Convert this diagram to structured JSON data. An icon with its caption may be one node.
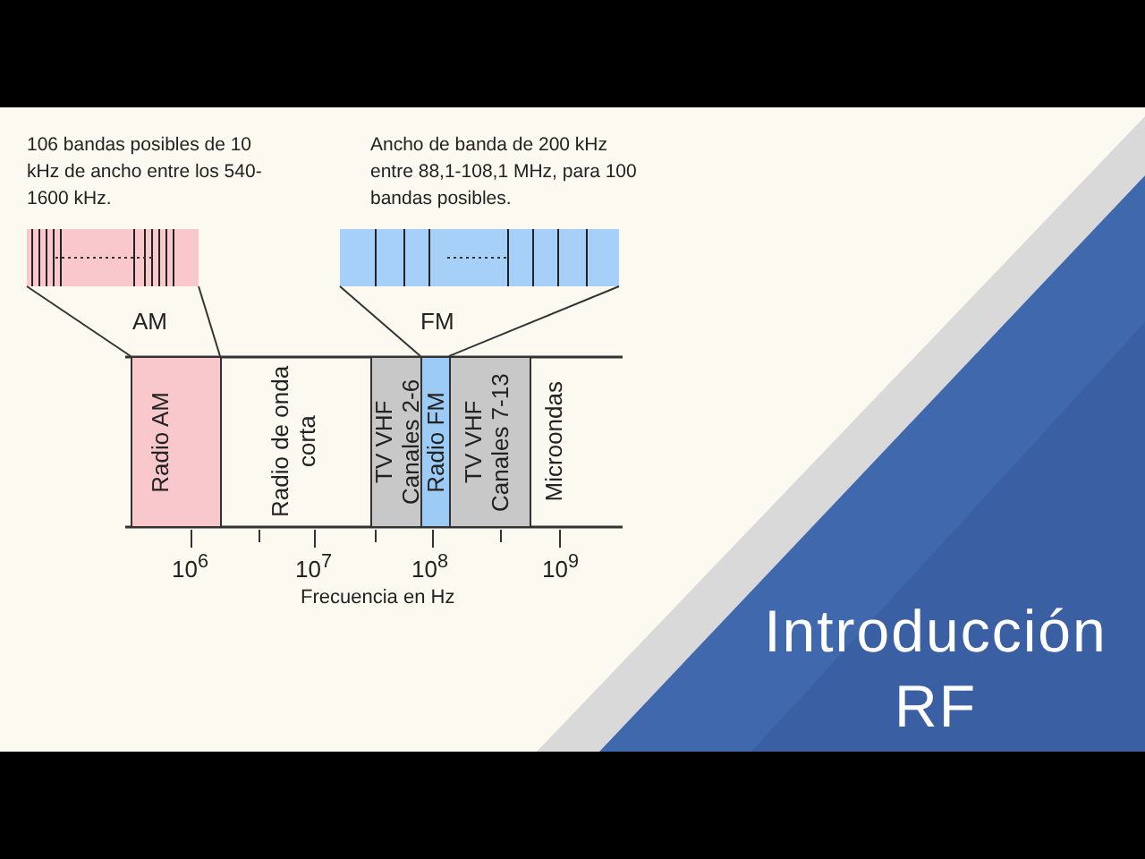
{
  "diagram": {
    "title": "Introducción RF",
    "nodes": [
      {
        "text": [],
        "shape": "box",
        "beside": [
          "106 bandas posibles de 10 kHz de ancho entre los 540-1600 kHz.",
          "AM"
        ]
      },
      {
        "text": [],
        "shape": "box",
        "beside": [
          "Ancho de banda de 200 kHz entre 88,1-108,1 MHz, para 100 bandas posibles.",
          "FM"
        ]
      },
      {
        "text": [
          "Radio AM"
        ]
      },
      {
        "text": [
          "Radio de onda corta"
        ]
      },
      {
        "text": [
          "TV VHF Canales 2-6"
        ]
      },
      {
        "text": [
          "Radio FM"
        ]
      },
      {
        "text": [
          "TV VHF Canales 7-13"
        ]
      },
      {
        "text": [
          "Microondas"
        ]
      }
    ],
    "edges": [
      {
        "from": 0,
        "to": 2,
        "arrow": "none"
      },
      {
        "from": 0,
        "to": 2,
        "arrow": "none"
      },
      {
        "from": 1,
        "to": 5,
        "arrow": "none"
      },
      {
        "from": 1,
        "to": 5,
        "arrow": "none"
      }
    ],
    "labels": [
      "10$^{6}$",
      "10$^{7}$",
      "10$^{8}$",
      "10$^{9}$",
      "Frecuencia en Hz"
    ]
  }
}
